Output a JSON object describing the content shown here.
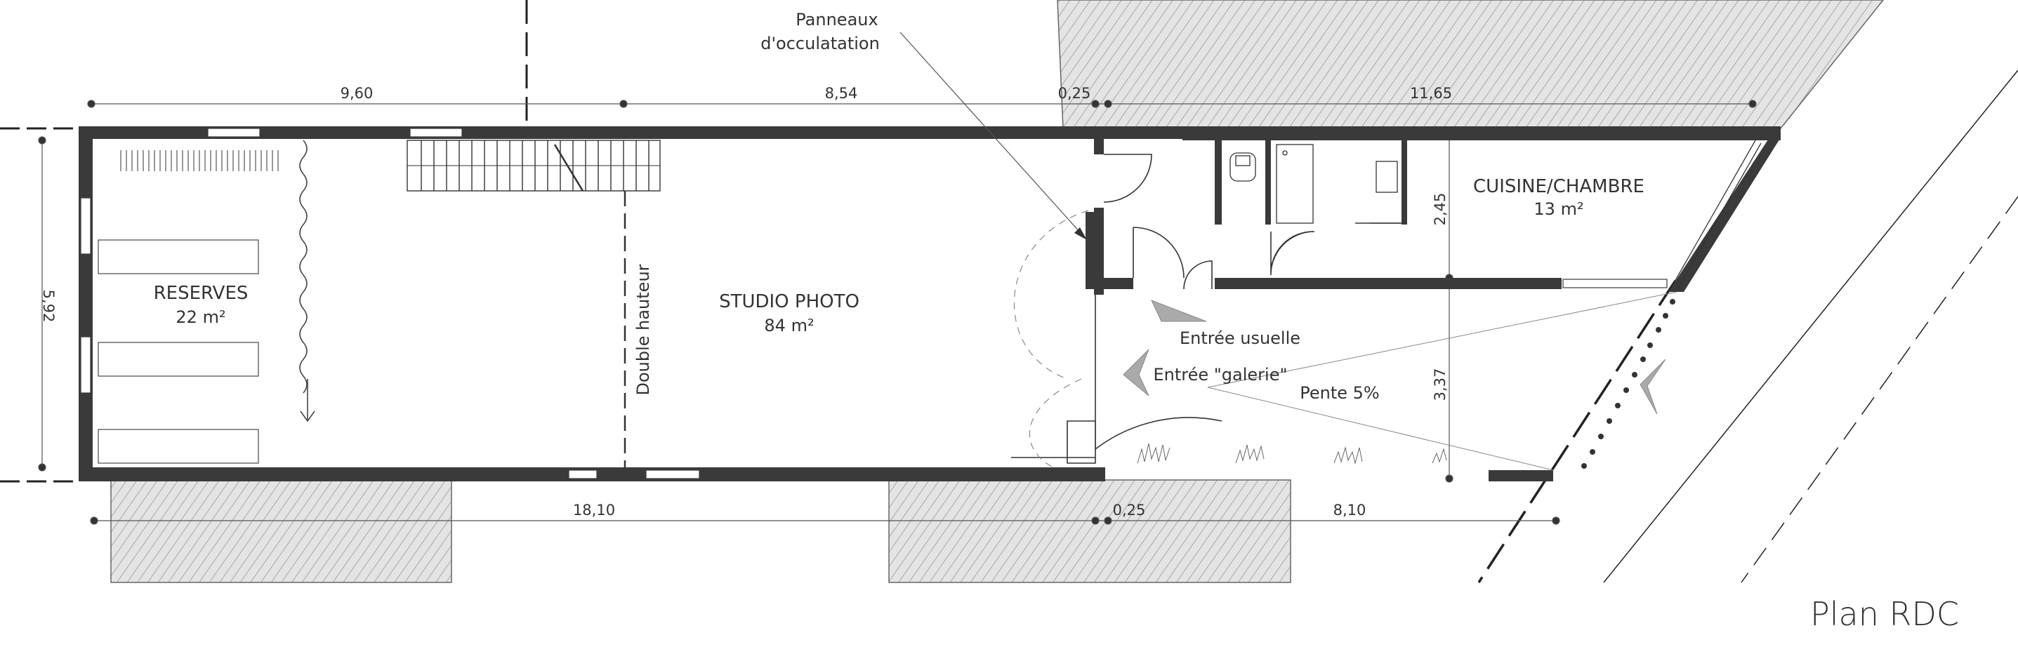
{
  "plan": {
    "title": "Plan RDC",
    "dimensions": {
      "top_1": "9,60",
      "top_2": "8,54",
      "top_3": "0,25",
      "top_4": "11,65",
      "bottom_1": "18,10",
      "bottom_2": "0,25",
      "bottom_3": "8,10",
      "left_height": "5,92",
      "kitchen_depth": "2,45",
      "entry_depth": "3,37"
    },
    "rooms": {
      "reserves": {
        "name": "RESERVES",
        "area": "22 m²"
      },
      "studio": {
        "name": "STUDIO PHOTO",
        "area": "84 m²"
      },
      "cuisine": {
        "name": "CUISINE/CHAMBRE",
        "area": "13 m²"
      }
    },
    "notes": {
      "double_hauteur": "Double hauteur",
      "panneaux_line1": "Panneaux",
      "panneaux_line2": "d'occulatation",
      "entree_usuelle": "Entrée usuelle",
      "entree_galerie": "Entrée \"galerie\"",
      "pente": "Pente 5%"
    },
    "colors": {
      "wall": "#3a3a3a",
      "hatch": "#9a9a9a",
      "hatch_bg": "#e6e6e6",
      "line": "#444444"
    }
  }
}
